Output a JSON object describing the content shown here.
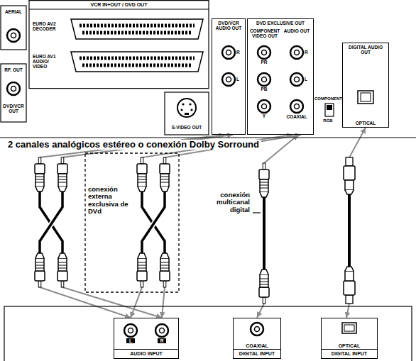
{
  "diagram": {
    "nodes": [
      {
        "text": [
          "DVD/VCR AUDIO OUT"
        ]
      },
      {
        "text": [
          "DVD EXCLUSIVE OUT"
        ]
      },
      {
        "text": [
          "DIGITAL AUDIO OUT",
          "OPTICAL"
        ]
      },
      {
        "text": [
          "AUDIO INPUT"
        ]
      },
      {
        "text": [
          "COAXIAL",
          "DIGITAL INPUT"
        ]
      },
      {
        "text": [
          "OPTICAL",
          "DIGITAL INPUT"
        ]
      }
    ],
    "edges": [
      {
        "from": 0,
        "to": 3,
        "arrow": "both"
      },
      {
        "from": 0,
        "to": 3,
        "arrow": "both"
      },
      {
        "from": 1,
        "to": 3,
        "arrow": "both"
      },
      {
        "from": 1,
        "to": 3,
        "arrow": "both"
      },
      {
        "from": 1,
        "to": 4,
        "arrow": "both"
      },
      {
        "from": 2,
        "to": 5,
        "arrow": "both"
      }
    ],
    "labels": [
      "AERIAL",
      "RF. OUT",
      "DVD/VCR OUT",
      "VCR IN+OUT / DVD OUT",
      "EURO AV2 DECODER",
      "EURO AV1 AUDIO/ VIDEO",
      "R",
      "L",
      "S-VIDEO OUT",
      "COMPONENT VIDEO OUT",
      "AUDIO OUT",
      "PR",
      "PB",
      "Y",
      "R",
      "L",
      "COAXIAL",
      "COMPONENT",
      "RGB",
      "2 canales analógicos estéreo o conexión Dolby Sorround",
      "conexión externa exclusiva de DVd",
      "conexión multicanal digital",
      "L",
      "R"
    ]
  }
}
